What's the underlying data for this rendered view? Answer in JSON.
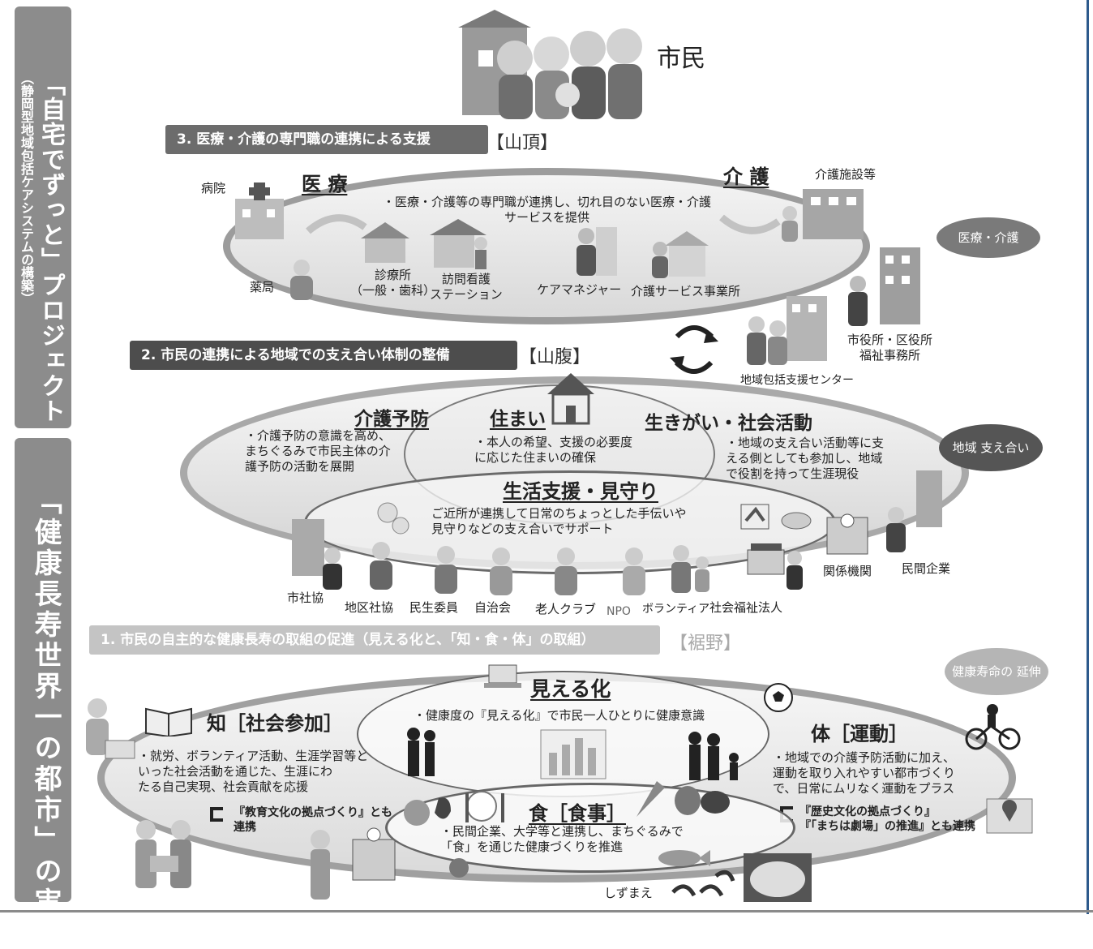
{
  "left_panel": {
    "top_title": "「自宅でずっと」プロジェクト",
    "top_subtitle": "（静岡型地域包括ケアシステムの構築）",
    "bottom_title": "「健康長寿世界一の都市」の実現"
  },
  "citizens_label": "市民",
  "tier3": {
    "banner": "3. 医療・介護の専門職の連携による支援",
    "bracket": "【山頂】",
    "heading_medical": "医 療",
    "heading_care": "介 護",
    "description": "・医療・介護等の専門職が連携し、切れ目のない医療・介護\nサービスを提供",
    "labels": {
      "hospital": "病院",
      "pharmacy": "薬局",
      "clinic": "診療所\n（一般・歯科）",
      "visiting_nurse": "訪問看護\nステーション",
      "care_manager": "ケアマネジャー",
      "care_service": "介護サービス事業所",
      "care_facility": "介護施設等"
    },
    "tag": "医療・介護"
  },
  "bridge": {
    "city_office": "市役所・区役所\n福祉事務所",
    "support_center": "地域包括支援センター"
  },
  "tier2": {
    "banner": "2. 市民の連携による地域での支え合い体制の整備",
    "bracket": "【山腹】",
    "prevention_heading": "介護予防",
    "prevention_text": "・介護予防の意識を高め、\nまちぐるみで市民主体の介\n護予防の活動を展開",
    "housing_heading": "住まい",
    "housing_text": "・本人の希望、支援の必要度\nに応じた住まいの確保",
    "ikigai_heading": "生きがい・社会活動",
    "ikigai_text": "・地域の支え合い活動等に支\nえる側としても参加し、地域\nで役割を持って生涯現役",
    "support_heading": "生活支援・見守り",
    "support_text": "ご近所が連携して日常のちょっとした手伝いや\n見守りなどの支え合いでサポート",
    "labels": [
      "市社協",
      "地区社協",
      "民生委員",
      "自治会",
      "老人クラブ",
      "NPO",
      "ボランティア",
      "社会福祉法人",
      "関係機関",
      "民間企業"
    ],
    "tag": "地域\n支え合い"
  },
  "tier1": {
    "banner": "1. 市民の自主的な健康長寿の取組の促進（見える化と、「知・食・体」の取組）",
    "bracket": "【裾野】",
    "visual_heading": "見える化",
    "visual_text": "・健康度の『見える化』で市民一人ひとりに健康意識",
    "knowledge_heading": "知［社会参加］",
    "knowledge_text": "・就労、ボランティア活動、生涯学習等と\nいった社会活動を通じた、生涯にわ\nたる自己実現、社会貢献を応援",
    "knowledge_note": "『教育文化の拠点づくり』とも\n連携",
    "body_heading": "体［運動］",
    "body_text": "・地域での介護予防活動に加え、\n運動を取り入れやすい都市づくり\nで、日常にムリなく運動をプラス",
    "body_note": "『歴史文化の拠点づくり』\n『「まちは劇場」の推進』とも連携",
    "food_heading": "食［食事］",
    "food_text": "・民間企業、大学等と連携し、まちぐるみで\n「食」を通じた健康づくりを推進",
    "shizumae": "しずまえ",
    "tag": "健康寿命の\n延伸"
  }
}
